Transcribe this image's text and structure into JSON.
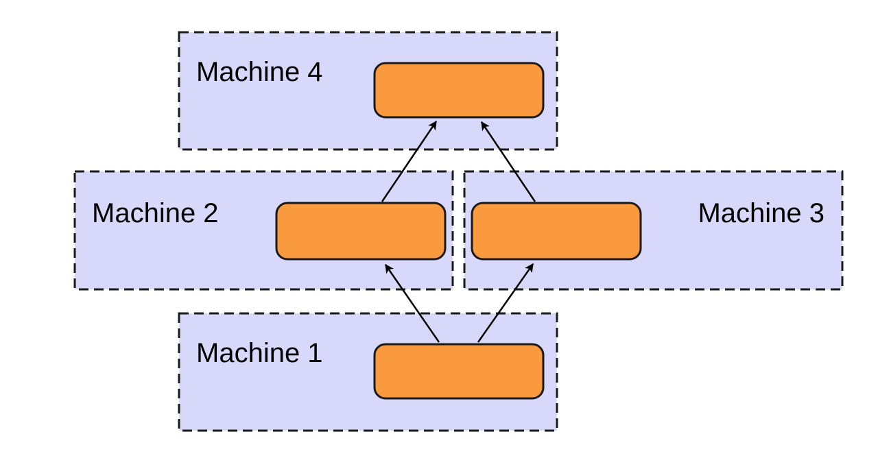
{
  "colors": {
    "machine_fill": "#d8d8fa",
    "machine_border": "#1a1a1a",
    "task_fill": "#fa9a3e",
    "task_border": "#1a1a1a",
    "arrow": "#000000",
    "background": "#ffffff"
  },
  "machines": {
    "m1": {
      "label": "Machine 1"
    },
    "m2": {
      "label": "Machine 2"
    },
    "m3": {
      "label": "Machine 3"
    },
    "m4": {
      "label": "Machine 4"
    }
  },
  "edges": [
    {
      "from": "m1",
      "to": "m2"
    },
    {
      "from": "m1",
      "to": "m3"
    },
    {
      "from": "m2",
      "to": "m4"
    },
    {
      "from": "m3",
      "to": "m4"
    }
  ]
}
